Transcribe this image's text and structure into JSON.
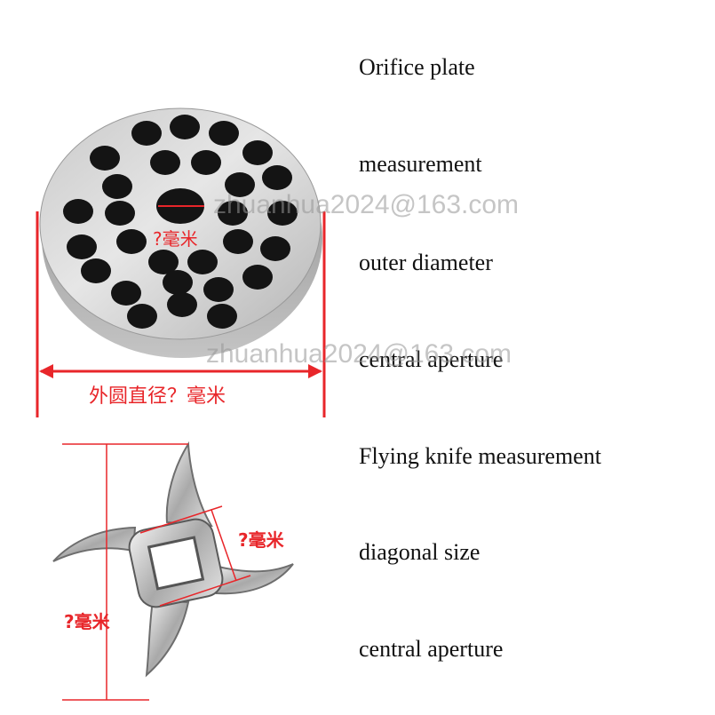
{
  "labels": {
    "orifice_plate": "Orifice plate",
    "measurement": "measurement",
    "outer_diameter": "outer diameter",
    "central_aperture_1": "central aperture",
    "flying_knife_measurement": "Flying knife measurement",
    "diagonal_size": "diagonal size",
    "central_aperture_2": "central aperture"
  },
  "plate_annotations": {
    "center_hole": "?毫米",
    "outer_diameter": "外圆直径？毫米"
  },
  "knife_annotations": {
    "diagonal": "?毫米",
    "height": "?毫米"
  },
  "watermark": {
    "text_1": "zhuanhua2024@163.com",
    "text_2": "zhuanhua2024@163.com"
  },
  "colors": {
    "annotation_red": "#e8262a",
    "steel_light": "#dcdcdc",
    "steel_dark": "#7a7a7a",
    "hole_black": "#141414"
  }
}
